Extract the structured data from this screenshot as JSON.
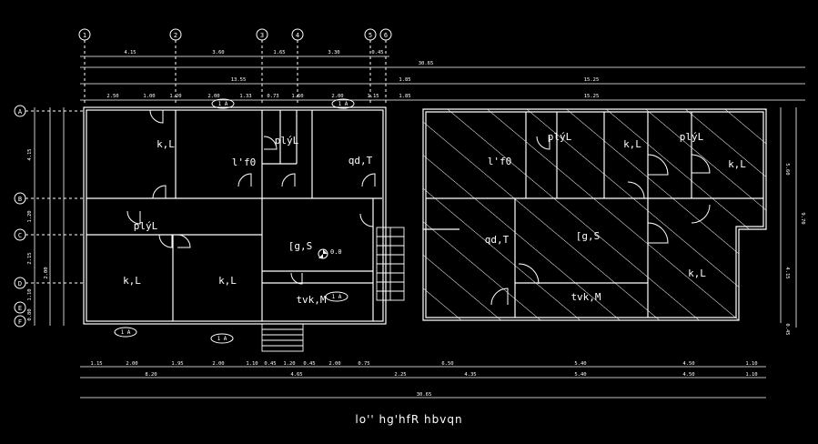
{
  "axis_numbers": [
    "1",
    "2",
    "3",
    "4",
    "5",
    "6"
  ],
  "axis_letters": [
    "A",
    "B",
    "C",
    "D",
    "E",
    "F"
  ],
  "top_dims": {
    "row1": [
      "4.15",
      "3.60",
      "1.65",
      "3.30",
      "0.45"
    ],
    "total": "30.65",
    "row3": [
      "13.55",
      "1.85",
      "15.25"
    ],
    "row4": [
      "2.50",
      "1.00",
      "1.20",
      "2.00",
      "1.33",
      "0.73",
      "1.60",
      "2.00",
      "1.15",
      "1.85",
      "15.25"
    ]
  },
  "bottom_dims": {
    "row1": [
      "1.15",
      "2.00",
      "1.95",
      "2.00",
      "1.10",
      "0.45",
      "1.20",
      "0.45",
      "2.00",
      "0.75",
      "6.50",
      "5.40",
      "4.50",
      "1.10"
    ],
    "row2": [
      "8.20",
      "4.65",
      "2.25",
      "4.35",
      "5.40",
      "4.50",
      "1.10"
    ],
    "total": "30.65"
  },
  "left_dims": [
    "4.15",
    "1.20",
    "2.15",
    "2.00",
    "1.10",
    "0.80"
  ],
  "right_dims": [
    "5.60",
    "4.15",
    "9.70",
    "0.45"
  ],
  "rooms": {
    "kl_top": "k,L",
    "if_left": "l'f0",
    "pinl_top_left": "plýL",
    "qdt_left": "qd,T",
    "pinl_mid_left": "plýL",
    "gs_left": "[g,S",
    "elev": "0.0",
    "kl_bot1": "k,L",
    "kl_bot2": "k,L",
    "tvk_left": "tvk,M",
    "if_right": "l'f0",
    "pinl_right": "plýL",
    "kl_right_top": "k,L",
    "pinl_right2": "plýL",
    "kl_right_far": "k,L",
    "qdt_right": "qd,T",
    "gs_right": "[g,S",
    "kl_right_bot": "k,L",
    "tvk_right": "tvk,M"
  },
  "window_tags": [
    "1 A",
    "1 A",
    "1 A",
    "1 A",
    "1 A"
  ],
  "caption": "lo'' hg'hfR hbvqn",
  "colors": {
    "wall": "#ffffff",
    "dim": "#e6e6e6",
    "hatch": "#ffffff",
    "bg": "#000000"
  }
}
